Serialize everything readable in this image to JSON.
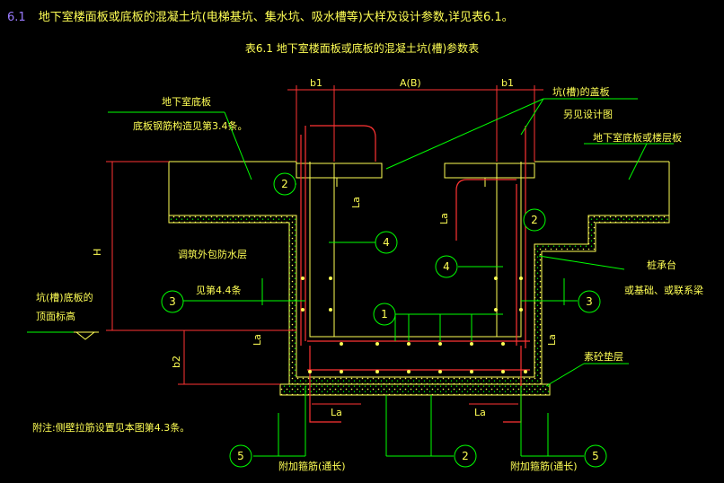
{
  "header": {
    "number": "6.1",
    "text": "地下室楼面板或底板的混凝土坑(电梯基坑、集水坑、吸水槽等)大样及设计参数,详见表6.1。"
  },
  "table_title": "表6.1  地下室楼面板或底板的混凝土坑(槽)参数表",
  "dims": {
    "b1_left": "b1",
    "a_b": "A(B)",
    "b1_right": "b1",
    "h": "H",
    "b2": "b2",
    "la": "La"
  },
  "labels": {
    "basement_floor": "地下室底板",
    "floor_rebar": "底板钢筋构造见第3.4条。",
    "pit_cover": "坑(槽)的盖板",
    "separate_design": "另见设计图",
    "floor_or_slab": "地下室底板或楼层板",
    "waterproof": "调筑外包防水层",
    "see_4_4": "见第4.4条",
    "pit_top_elev_1": "坑(槽)底板的",
    "pit_top_elev_2": "顶面标高",
    "cap_1": "桩承台",
    "cap_2": "或基础、或联系梁",
    "cushion": "素砼垫层",
    "note": "附注:侧壁拉筋设置见本图第4.3条。",
    "extra_rebar_left": "附加箍筋(通长)",
    "extra_rebar_right": "附加箍筋(通长)"
  },
  "markers": [
    "2",
    "2",
    "4",
    "4",
    "3",
    "3",
    "1",
    "5",
    "2",
    "5"
  ],
  "colors": {
    "background": "#000000",
    "text": "#ffff55",
    "leader": "#00ff00",
    "rebar": "#ff3333",
    "concrete": "#ffff55",
    "hatch": "#00ff00",
    "header_number": "#9b7bff"
  }
}
